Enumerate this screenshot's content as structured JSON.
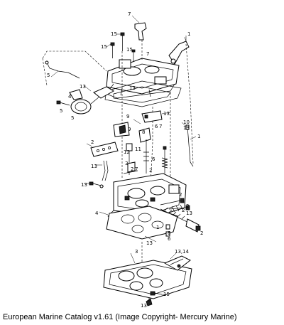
{
  "caption": "European Marine Catalog v1.61 (Image Copyright- Mercury Marine)",
  "callouts": {
    "c7_top": "7",
    "c15_a": "15",
    "c1_right": "1",
    "c15_b": "15",
    "c7_mid": "7",
    "c15_c": "15",
    "c5_left": "5",
    "c13_a": "13",
    "c13_b": "13",
    "c4": "4",
    "c5_b": "5",
    "c5_c": "5",
    "c9_a": "9",
    "c13_c": "13",
    "c9_b": "9",
    "c8": "8",
    "c6_7": "6",
    "c7_b": "7",
    "c10": "10",
    "c13_d": "13",
    "c1_b": "1",
    "c2_a": "2",
    "c12": "12",
    "c11": "11",
    "c13_e": "13",
    "c6_b": "6",
    "c3_a": "3",
    "c2_b": "2",
    "c7_c": "7",
    "c2_c": "2",
    "c13_f": "13",
    "c2_d": "2",
    "c2_e": "2",
    "c13_g": "13",
    "c2_f": "2",
    "c4_b": "4",
    "c1_c": "1",
    "c6_c": "6",
    "c8_b": "8",
    "c2_g": "2",
    "c13_h": "13",
    "c3_b": "3",
    "c1314": "13,14",
    "c15_d": "15",
    "c13_i": "13"
  }
}
